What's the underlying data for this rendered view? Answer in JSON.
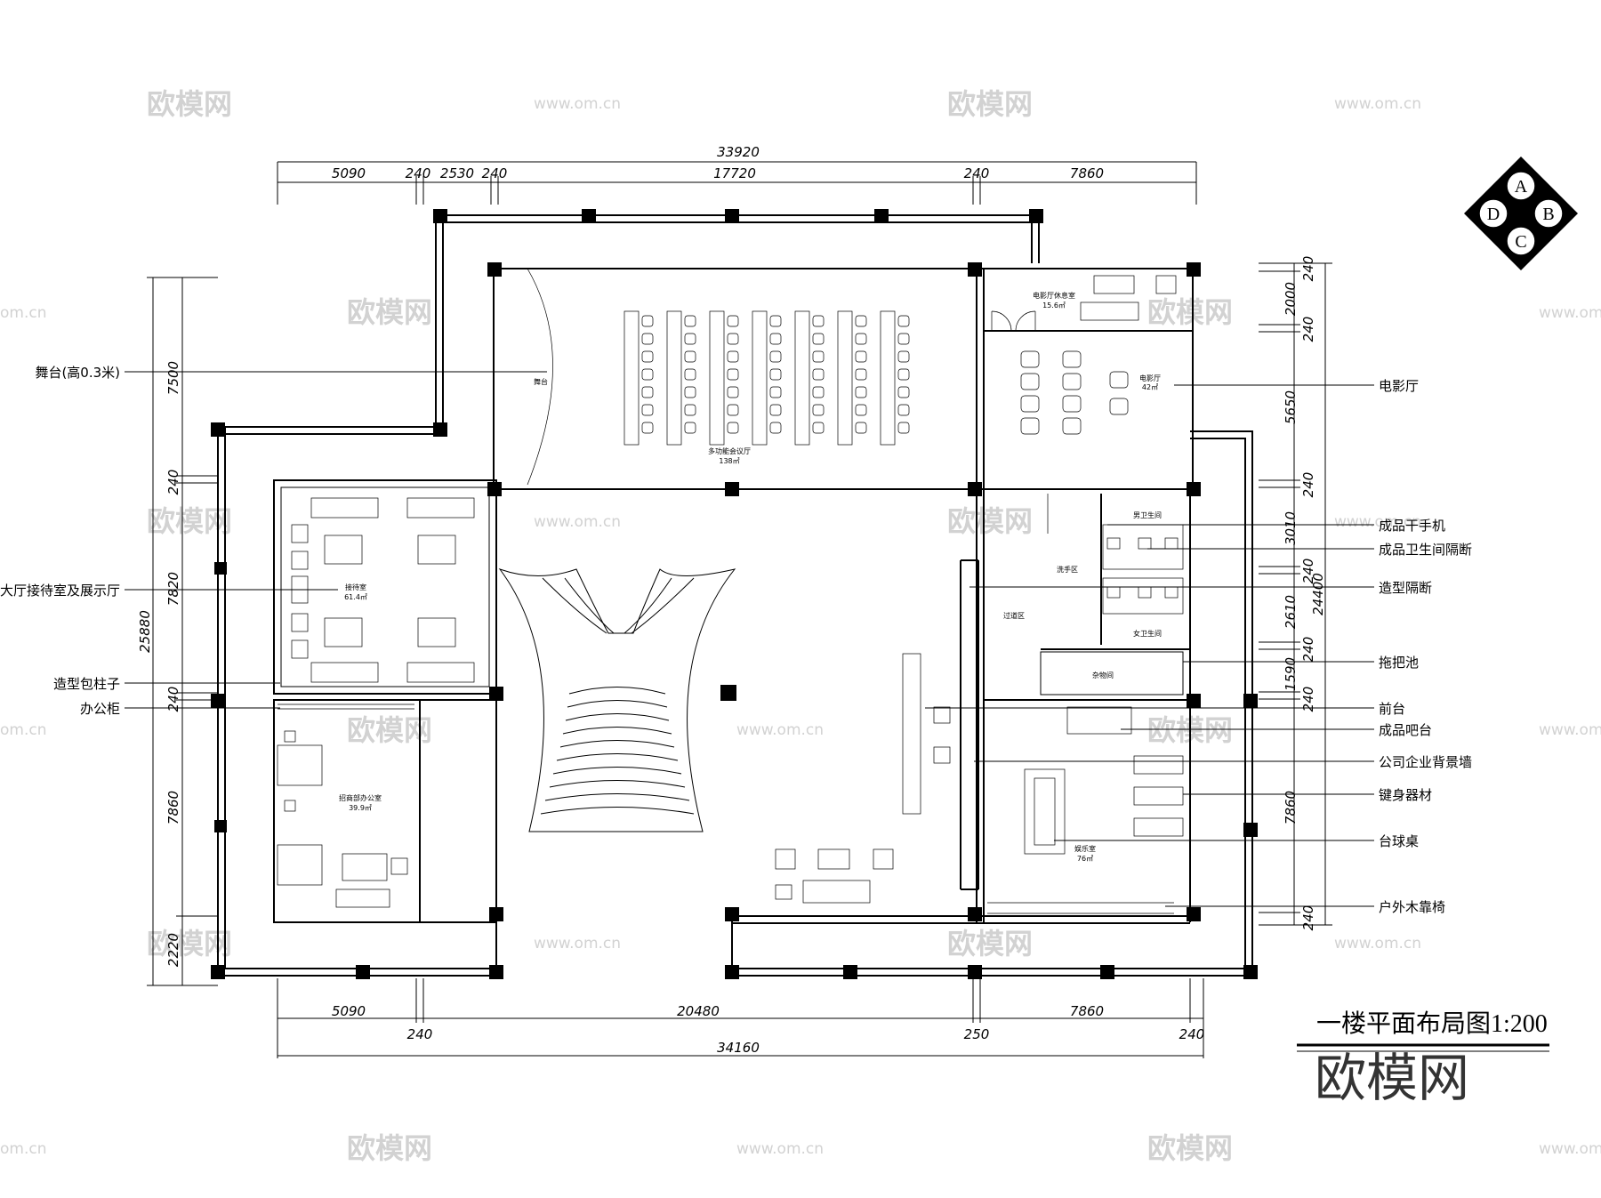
{
  "title": "一楼平面布局图1:200",
  "watermark_brand": "欧模网",
  "watermark_url": "www.om.cn",
  "watermark_short": "om.cn",
  "compass": {
    "a": "A",
    "b": "B",
    "c": "C",
    "d": "D"
  },
  "dims": {
    "top_total": "33920",
    "top": [
      "5090",
      "240",
      "2530",
      "240",
      "17720",
      "240",
      "7860"
    ],
    "bottom_total": "34160",
    "bottom_row1": [
      "5090",
      "20480",
      "7860"
    ],
    "bottom_row2": [
      "240",
      "250",
      "240"
    ],
    "left_total": "25880",
    "left": [
      "7500",
      "240",
      "7820",
      "240",
      "7860",
      "2220"
    ],
    "right_total": "24400",
    "right": [
      "240",
      "2000",
      "240",
      "5650",
      "240",
      "3010",
      "240",
      "2610",
      "240",
      "1590",
      "240",
      "7860",
      "240"
    ]
  },
  "left_labels": [
    "舞台(高0.3米)",
    "大厅接待室及展示厅",
    "造型包柱子",
    "办公柜"
  ],
  "right_labels": [
    "电影厅",
    "成品干手机",
    "成品卫生间隔断",
    "造型隔断",
    "拖把池",
    "前台",
    "成品吧台",
    "公司企业背景墙",
    "键身器材",
    "台球桌",
    "户外木靠椅"
  ],
  "rooms": {
    "stage": "舞台",
    "hall": "多功能会议厅",
    "hall_area": "138㎡",
    "cinema_lounge": "电影厅休息室",
    "cinema_lounge_area": "15.6㎡",
    "cinema": "电影厅",
    "cinema_area": "42㎡",
    "men_wc": "男卫生间",
    "women_wc": "女卫生间",
    "wash": "洗手区",
    "passage": "过道区",
    "storage": "杂物间",
    "reception": "接待室",
    "reception_area": "61.4㎡",
    "office": "招商部办公室",
    "office_area": "39.9㎡",
    "recreation": "娱乐室",
    "recreation_area": "76㎡"
  }
}
